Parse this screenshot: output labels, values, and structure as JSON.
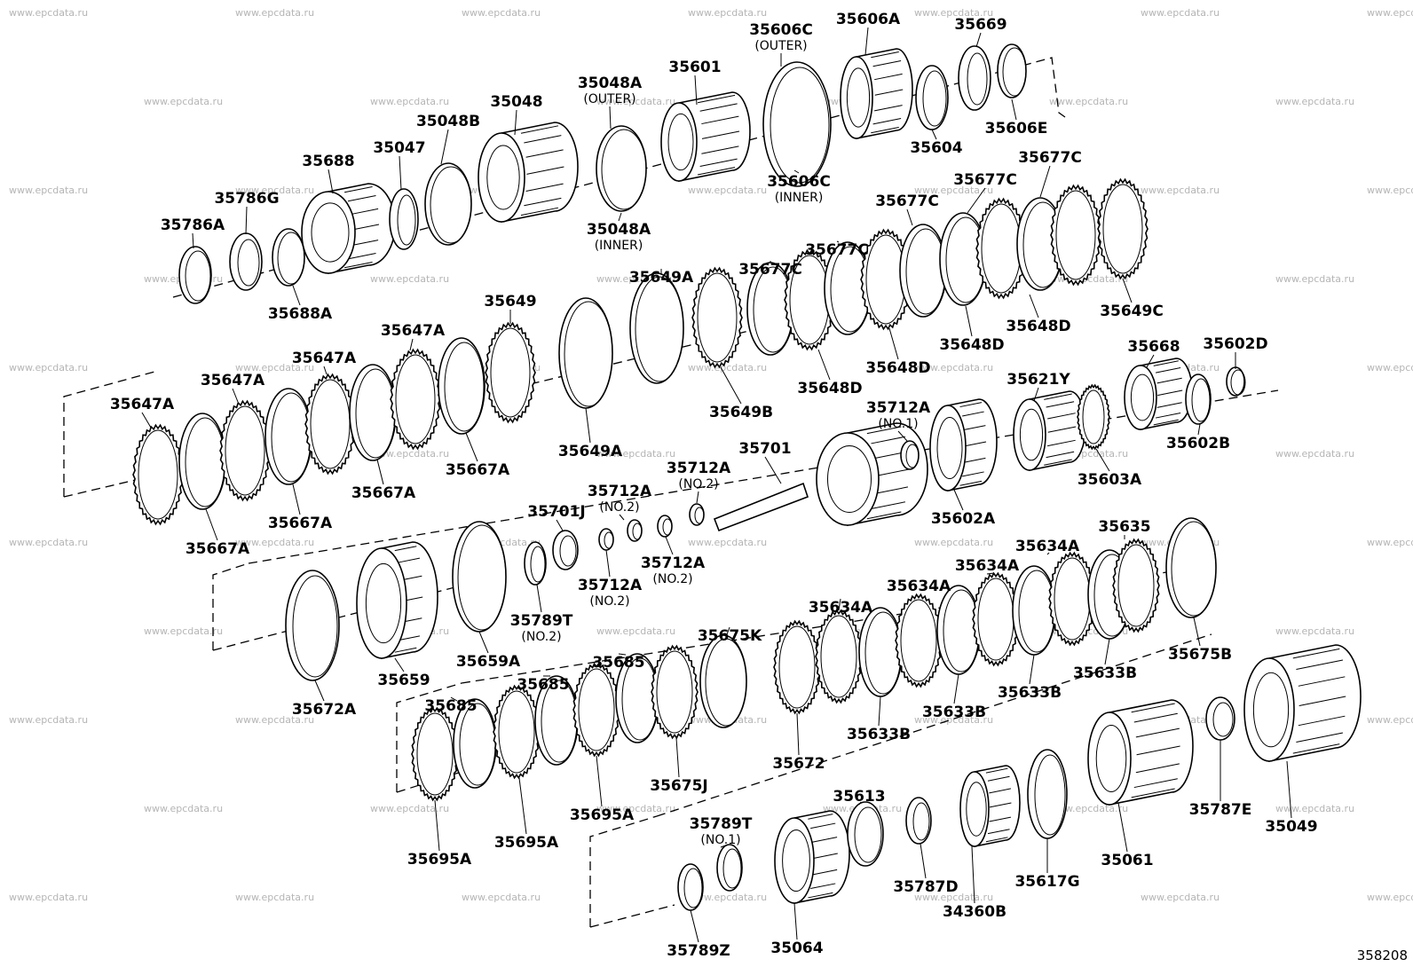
{
  "watermark": "www.epcdata.ru",
  "reference_number": "358208",
  "labels": {
    "l1": "35786A",
    "l2": "35786G",
    "l3": "35688",
    "l4": "35688A",
    "l5": "35047",
    "l6": "35048B",
    "l7": "35048",
    "l8": "35048A",
    "l8s": "(OUTER)",
    "l9": "35048A",
    "l9s": "(INNER)",
    "l10": "35601",
    "l11": "35606C",
    "l11s": "(OUTER)",
    "l12": "35606C",
    "l12s": "(INNER)",
    "l13": "35606A",
    "l14": "35604",
    "l15": "35669",
    "l16": "35606E",
    "l17": "35647A",
    "l18": "35647A",
    "l19": "35647A",
    "l20": "35647A",
    "l21": "35667A",
    "l22": "35667A",
    "l23": "35667A",
    "l24": "35667A",
    "l25": "35649",
    "l26": "35649A",
    "l27": "35649A",
    "l28": "35649B",
    "l29": "35677C",
    "l30": "35677C",
    "l31": "35677C",
    "l32": "35677C",
    "l33": "35677C",
    "l34": "35648D",
    "l35": "35648D",
    "l36": "35648D",
    "l37": "35648D",
    "l38": "35649C",
    "l39": "35701J",
    "l40": "35712A",
    "l40s": "(NO.2)",
    "l41": "35712A",
    "l41s": "(NO.2)",
    "l42": "35712A",
    "l42s": "(NO.2)",
    "l43": "35712A",
    "l43s": "(NO.2)",
    "l44": "35701",
    "l45": "35712A",
    "l45s": "(NO.1)",
    "l46": "35602A",
    "l47": "35621Y",
    "l48": "35603A",
    "l49": "35668",
    "l50": "35602B",
    "l51": "35602D",
    "l52": "35672A",
    "l53": "35659",
    "l54": "35659A",
    "l55": "35789T",
    "l55s": "(NO.2)",
    "l56": "35675K",
    "l57": "35672",
    "l58": "35634A",
    "l59": "35634A",
    "l60": "35634A",
    "l61": "35634A",
    "l62": "35635",
    "l63": "35633B",
    "l64": "35633B",
    "l65": "35633B",
    "l66": "35633B",
    "l67": "35675B",
    "l68": "35685",
    "l69": "35685",
    "l70": "35685",
    "l71": "35695A",
    "l72": "35695A",
    "l73": "35695A",
    "l74": "35675J",
    "l75": "35789T",
    "l75s": "(NO.1)",
    "l76": "35789Z",
    "l77": "35064",
    "l78": "35613",
    "l79": "35787D",
    "l80": "34360B",
    "l81": "35617G",
    "l82": "35061",
    "l83": "35787E",
    "l84": "35049"
  }
}
